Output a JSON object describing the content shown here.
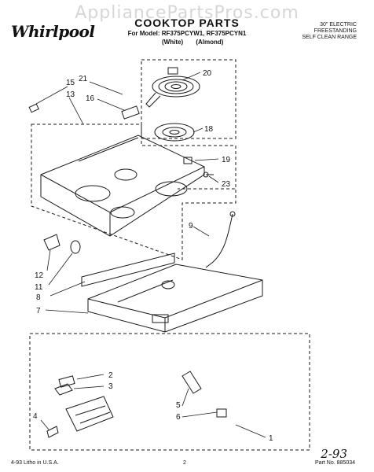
{
  "watermark": "AppliancePartsPros.com",
  "brand": "Whirlpool",
  "title": "COOKTOP PARTS",
  "model_line": "For Model: RF375PCYW1, RF375PCYN1",
  "variants": [
    "(White)",
    "(Almond)"
  ],
  "range_spec": [
    "30\" ELECTRIC",
    "FREESTANDING",
    "SELF CLEAN RANGE"
  ],
  "footer_left": "4-93 Litho in U.S.A.",
  "page_number": "2",
  "part_number": "Part No. 885034",
  "handwritten_note": "2-93",
  "callouts": [
    "1",
    "2",
    "3",
    "4",
    "5",
    "6",
    "7",
    "8",
    "9",
    "11",
    "12",
    "13",
    "15",
    "16",
    "18",
    "19",
    "20",
    "21",
    "23"
  ]
}
